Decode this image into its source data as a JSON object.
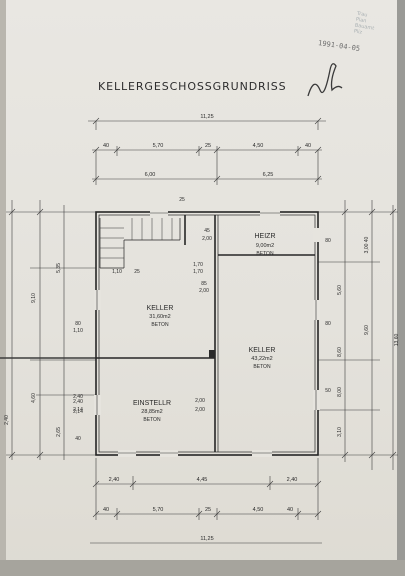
{
  "document": {
    "title": "KELLERGESCHOSSGRUNDRISS",
    "date": "1991-04-05",
    "stamp_text": [
      "Trau",
      "Plan",
      "Bauamt",
      "Pliz"
    ]
  },
  "rooms": [
    {
      "name": "HEIZR",
      "area": "9,00m2",
      "material": "BETON"
    },
    {
      "name": "KELLER",
      "area": "31,60m2",
      "material": "BETON"
    },
    {
      "name": "KELLER",
      "area": "43,22m2",
      "material": "BETON"
    },
    {
      "name": "EINSTELLR",
      "area": "28,85m2",
      "material": "BETON"
    }
  ],
  "dimensions": {
    "top_total": "11,25",
    "top_segments": [
      "40",
      "5,70",
      "25",
      "4,50",
      "40"
    ],
    "top_halves": [
      "6,00",
      "6,25"
    ],
    "bottom_segments_1": [
      "2,40",
      "4,45",
      "2,40"
    ],
    "bottom_segments_2": [
      "40",
      "5,70",
      "25",
      "4,50",
      "40"
    ],
    "bottom_total": "11,25",
    "left_outer": [
      "9,10",
      "5,35",
      "4,60",
      "2,40"
    ],
    "left_inner": [
      "80",
      "1,10",
      "2,65",
      "40",
      "2,40",
      "2,14"
    ],
    "right_outer": [
      "13,60",
      "9,60",
      "3,00 40"
    ],
    "right_inner": [
      "5,60",
      "80",
      "8,60",
      "8,00",
      "50",
      "80",
      "3,10"
    ],
    "interior": [
      "1,10",
      "25",
      "1,70",
      "1,70",
      "25",
      "45",
      "2,00",
      "85",
      "2,00",
      "2,00",
      "2,00",
      "2,40",
      "2,14"
    ]
  }
}
